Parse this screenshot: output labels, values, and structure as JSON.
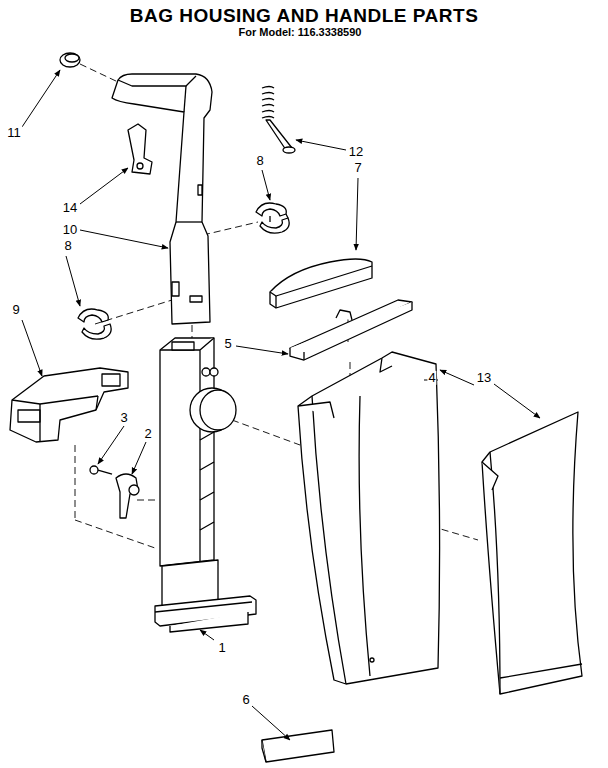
{
  "diagram": {
    "title": "BAG HOUSING AND HANDLE PARTS",
    "labels": [
      "For Model: 116.3338590",
      "11",
      "12",
      "7",
      "8",
      "14",
      "10",
      "8",
      "9",
      "5",
      "4",
      "13",
      "3",
      "2",
      "1",
      "6"
    ]
  }
}
